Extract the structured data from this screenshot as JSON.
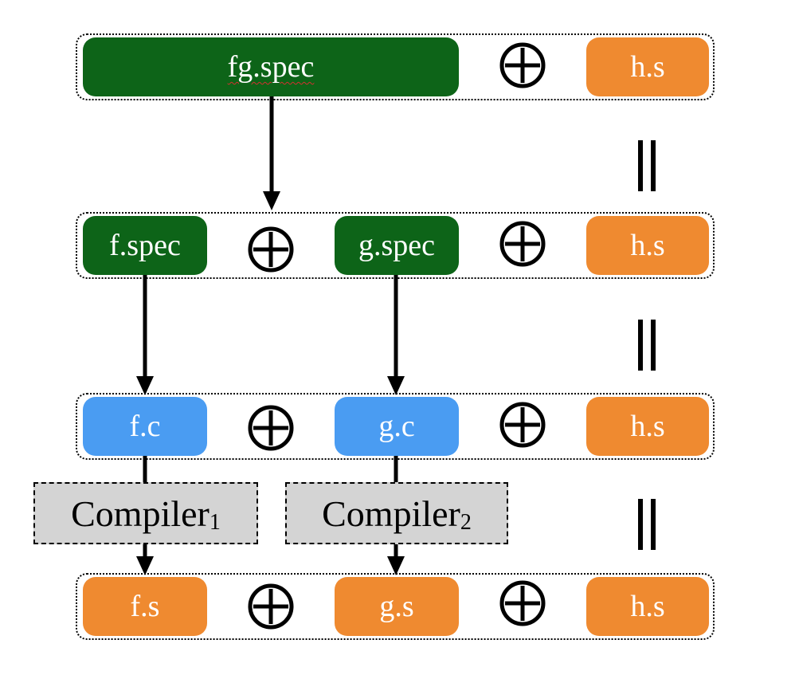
{
  "rows": [
    {
      "nodes": [
        {
          "label": "fg.spec",
          "color": "#0d6418"
        },
        {
          "label": "h.s",
          "color": "#ef8a30"
        }
      ]
    },
    {
      "nodes": [
        {
          "label": "f.spec",
          "color": "#0d6418"
        },
        {
          "label": "g.spec",
          "color": "#0d6418"
        },
        {
          "label": "h.s",
          "color": "#ef8a30"
        }
      ]
    },
    {
      "nodes": [
        {
          "label": "f.c",
          "color": "#4a9cf2"
        },
        {
          "label": "g.c",
          "color": "#4a9cf2"
        },
        {
          "label": "h.s",
          "color": "#ef8a30"
        }
      ]
    },
    {
      "nodes": [
        {
          "label": "f.s",
          "color": "#ef8a30"
        },
        {
          "label": "g.s",
          "color": "#ef8a30"
        },
        {
          "label": "h.s",
          "color": "#ef8a30"
        }
      ]
    }
  ],
  "compilers": [
    {
      "label": "Compiler",
      "subscript": "1"
    },
    {
      "label": "Compiler",
      "subscript": "2"
    }
  ],
  "operator_icon": "oplus-icon",
  "equality_icon": "double-bar-equals-icon",
  "colors": {
    "green": "#0d6418",
    "blue": "#4a9cf2",
    "orange": "#ef8a30",
    "compiler_fill": "#d4d4d4"
  }
}
